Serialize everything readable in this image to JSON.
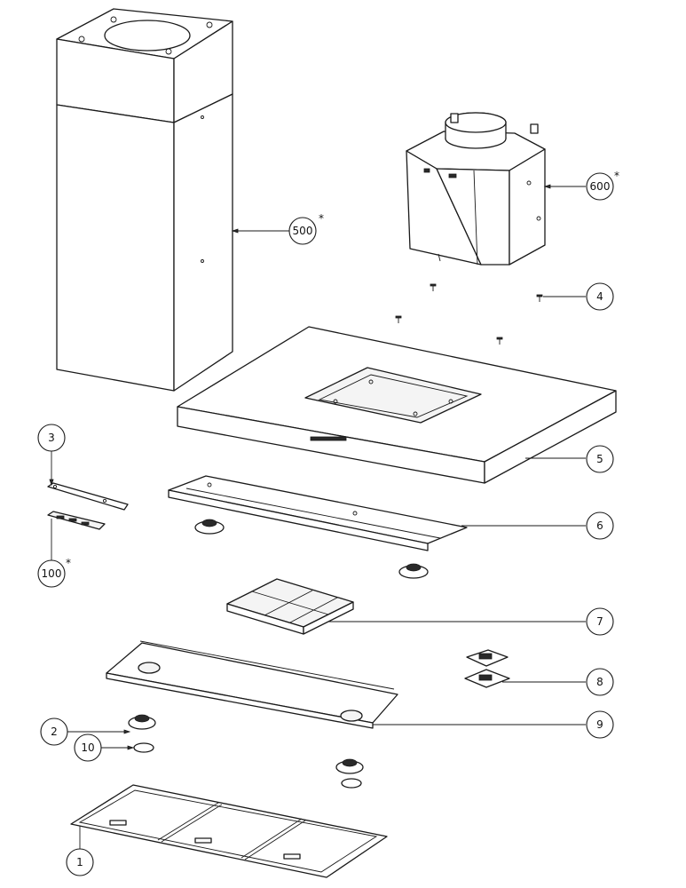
{
  "diagram": {
    "callouts": [
      {
        "id": "c500",
        "number": "500",
        "star": "*"
      },
      {
        "id": "c600",
        "number": "600",
        "star": "*"
      },
      {
        "id": "c4",
        "number": "4",
        "star": ""
      },
      {
        "id": "c5",
        "number": "5",
        "star": ""
      },
      {
        "id": "c3",
        "number": "3",
        "star": ""
      },
      {
        "id": "c6",
        "number": "6",
        "star": ""
      },
      {
        "id": "c100",
        "number": "100",
        "star": "*"
      },
      {
        "id": "c7",
        "number": "7",
        "star": ""
      },
      {
        "id": "c8",
        "number": "8",
        "star": ""
      },
      {
        "id": "c2",
        "number": "2",
        "star": ""
      },
      {
        "id": "c9",
        "number": "9",
        "star": ""
      },
      {
        "id": "c10",
        "number": "10",
        "star": ""
      },
      {
        "id": "c1",
        "number": "1",
        "star": ""
      }
    ]
  }
}
